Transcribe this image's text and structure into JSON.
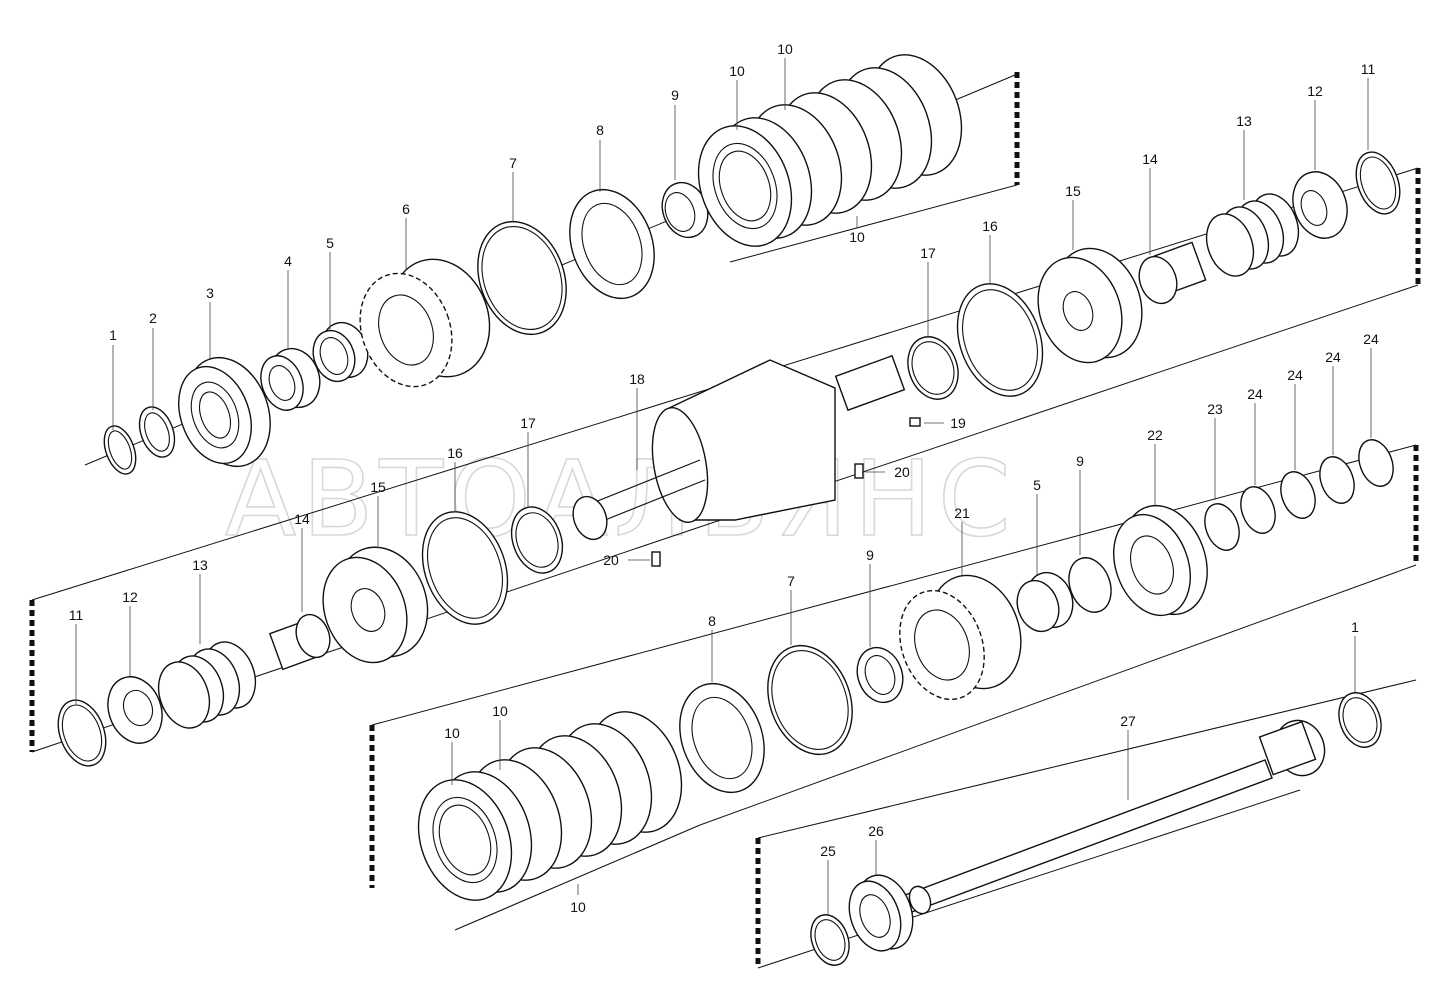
{
  "watermark": "АВТОАЛЬЯНС",
  "callouts": {
    "top": [
      "1",
      "2",
      "3",
      "4",
      "5",
      "6",
      "7",
      "8",
      "9",
      "10",
      "10",
      "10",
      "11",
      "12",
      "13",
      "14",
      "15",
      "16",
      "17"
    ],
    "middle": [
      "18",
      "17",
      "16",
      "15",
      "14",
      "19",
      "20",
      "20",
      "5",
      "9",
      "22",
      "23",
      "24",
      "24",
      "24",
      "24",
      "21"
    ],
    "lower": [
      "11",
      "12",
      "13",
      "9",
      "8",
      "7",
      "10",
      "10",
      "10",
      "1",
      "27",
      "25",
      "26"
    ]
  }
}
